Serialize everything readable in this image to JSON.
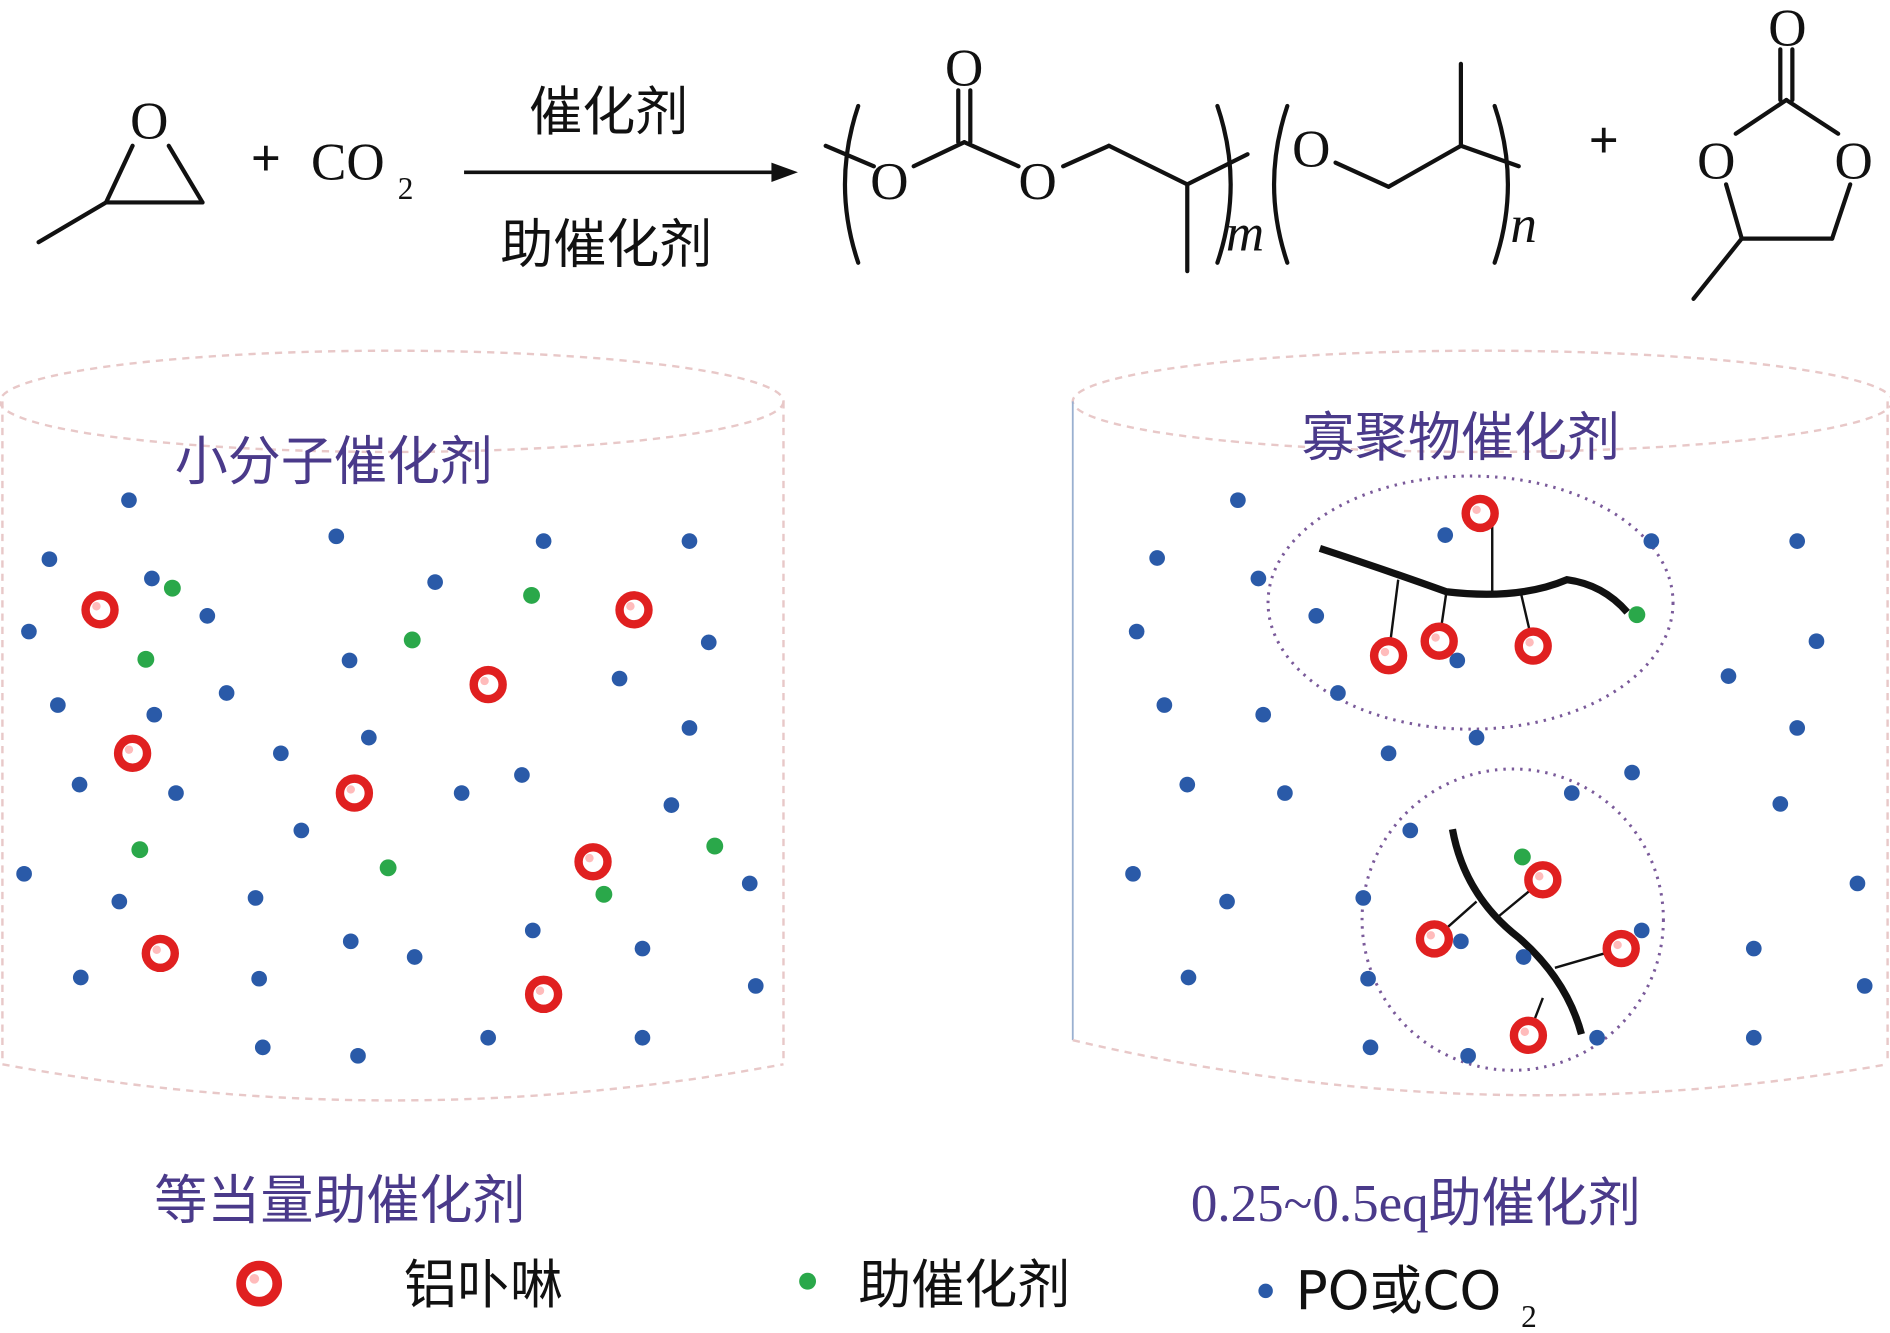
{
  "reaction": {
    "plus1": "+",
    "co2": "CO",
    "co2_sub": "2",
    "catalyst": "催化剂",
    "cocatalyst": "助催化剂",
    "oxygen": "O",
    "m": "m",
    "n": "n",
    "plus2": "+"
  },
  "panels": {
    "left_title": "小分子催化剂",
    "right_title": "寡聚物催化剂",
    "left_caption": "等当量助催化剂",
    "right_caption": "0.25~0.5eq助催化剂"
  },
  "legend": {
    "items": [
      {
        "label": "铝卟啉",
        "icon": "red-circle",
        "color": "#e02020"
      },
      {
        "label": "助催化剂",
        "icon": "green-dot",
        "color": "#2aa84a"
      },
      {
        "label": "PO或CO",
        "sub": "2",
        "icon": "blue-dot",
        "color": "#2a5aa8"
      }
    ]
  },
  "colors": {
    "red": "#e02020",
    "green": "#2aa84a",
    "blue": "#2a5aa8",
    "title": "#4a3a8a",
    "ring": "#7a5a9a"
  }
}
